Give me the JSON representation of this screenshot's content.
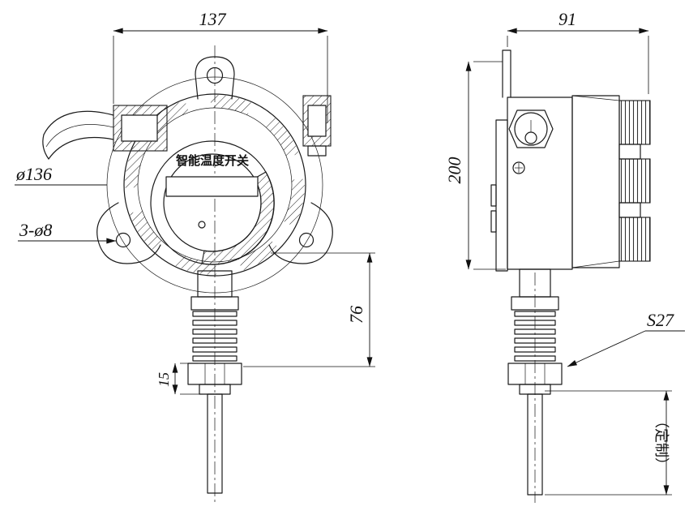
{
  "drawing": {
    "device_label": "智能温度开关",
    "dimensions": {
      "front_width": "137",
      "side_width": "91",
      "housing_diameter": "ø136",
      "mounting_holes": "3-ø8",
      "stem_height": "76",
      "thread_length": "15",
      "overall_height": "200",
      "hex_size": "S27",
      "probe_custom_length": "（定制）"
    },
    "colors": {
      "line": "#1a1a1a",
      "background": "#ffffff"
    }
  }
}
